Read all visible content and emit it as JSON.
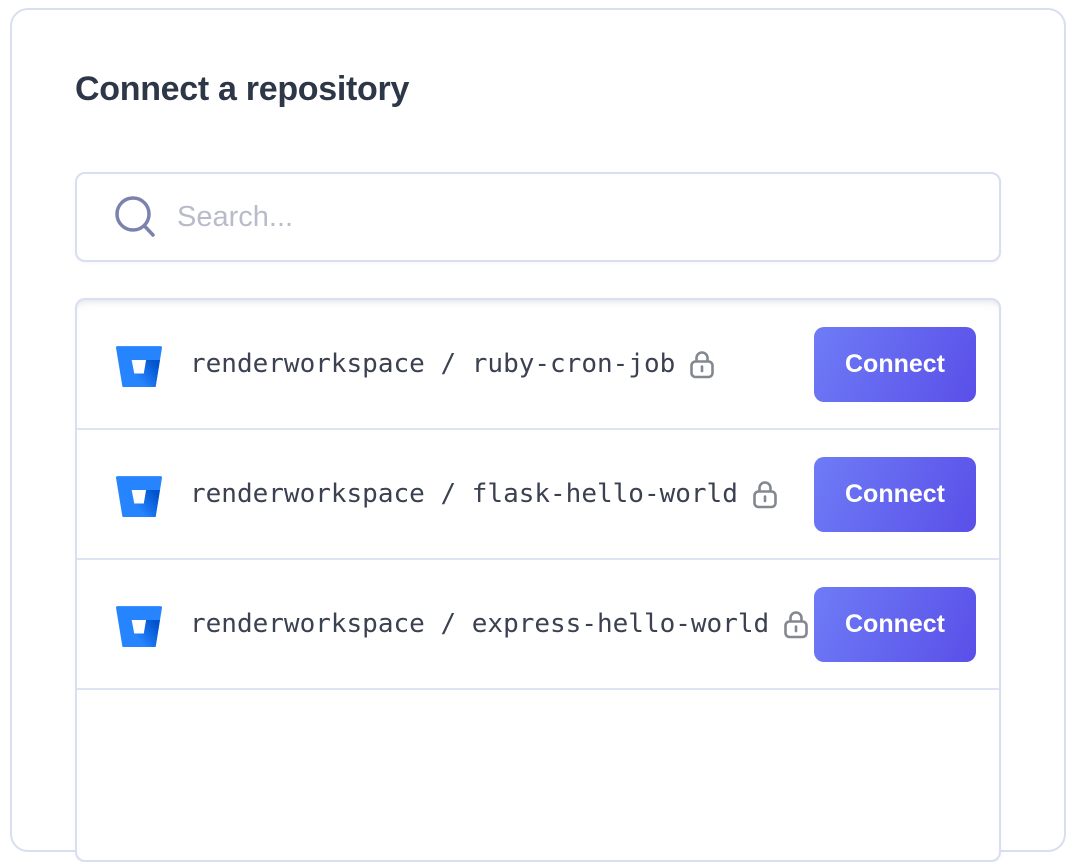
{
  "page": {
    "title": "Connect a repository"
  },
  "search": {
    "placeholder": "Search..."
  },
  "repo_list": {
    "repos": [
      {
        "label": "renderworkspace / ruby-cron-job",
        "private": true,
        "connect_label": "Connect"
      },
      {
        "label": "renderworkspace / flask-hello-world",
        "private": true,
        "connect_label": "Connect"
      },
      {
        "label": "renderworkspace / express-hello-world",
        "private": true,
        "connect_label": "Connect"
      }
    ]
  },
  "colors": {
    "card_border": "#d9def0",
    "row_separator": "#dee3f2",
    "title_text": "#2e3748",
    "repo_text": "#3b4150",
    "placeholder_text": "#b8bcca",
    "search_icon": "#7c82ae",
    "lock_icon": "#83878f",
    "bitbucket_blue": "#2684ff",
    "bitbucket_blue_dark": "#0052cc",
    "connect_gradient_start": "#6e7cf6",
    "connect_gradient_end": "#5a4fe8"
  }
}
